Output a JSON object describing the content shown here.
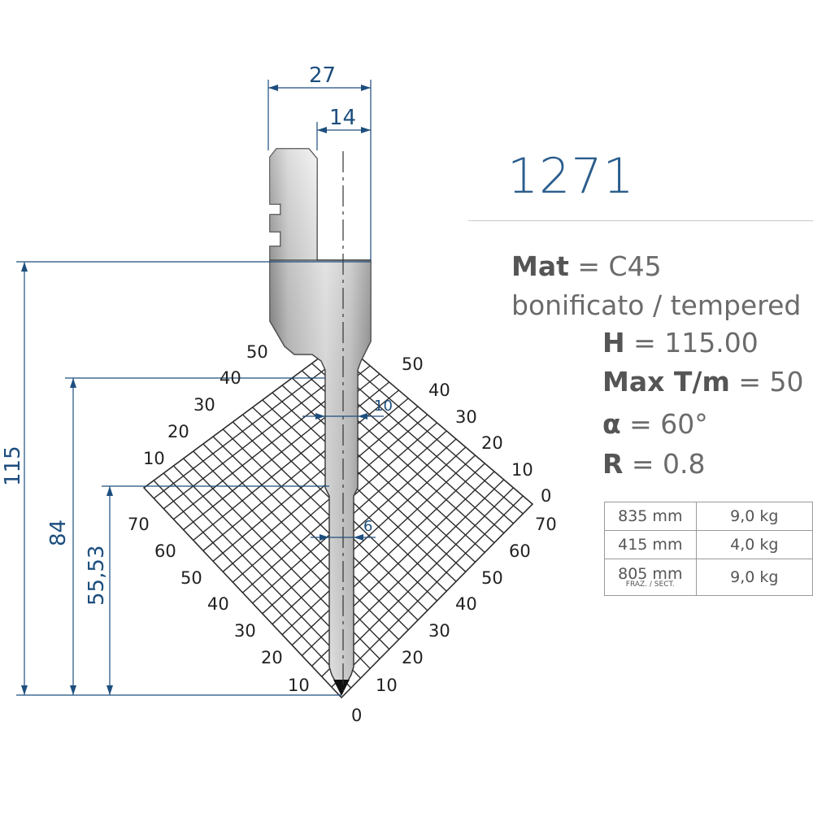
{
  "product": {
    "code": "1271"
  },
  "specs": {
    "mat_label": "Mat",
    "mat_value": "= C45",
    "treatment": "bonificato / tempered",
    "h_label": "H",
    "h_value": "= 115.00",
    "maxt_label": "Max T/m",
    "maxt_value": "= 50",
    "alpha_label": "α",
    "alpha_value": "= 60°",
    "r_label": "R",
    "r_value": "= 0.8"
  },
  "weights": {
    "rows": [
      {
        "length": "835 mm",
        "note": "",
        "weight": "9,0  kg"
      },
      {
        "length": "415 mm",
        "note": "",
        "weight": "4,0  kg"
      },
      {
        "length": "805 mm",
        "note": "FRAZ. / SECT.",
        "weight": "9,0  kg"
      }
    ]
  },
  "dimensions": {
    "width_total": "27",
    "width_half": "14",
    "height_total": "115",
    "height_neck": "84",
    "height_shank": "55,53",
    "thickness_upper": "10",
    "thickness_lower": "6"
  },
  "scale": {
    "left_upper": [
      "50",
      "40",
      "30",
      "20",
      "10"
    ],
    "right_upper": [
      "50",
      "40",
      "30",
      "20",
      "10",
      "0"
    ],
    "left_lower": [
      "70",
      "60",
      "50",
      "40",
      "30",
      "20",
      "10"
    ],
    "right_lower": [
      "70",
      "60",
      "50",
      "40",
      "30",
      "20",
      "10"
    ],
    "bottom": "0"
  },
  "colors": {
    "dimension": "#1d4e7e",
    "title": "#2a5d8c",
    "grid": "#2b2b2b",
    "steel_light": "#f2f2f2",
    "steel_dark": "#707070"
  }
}
